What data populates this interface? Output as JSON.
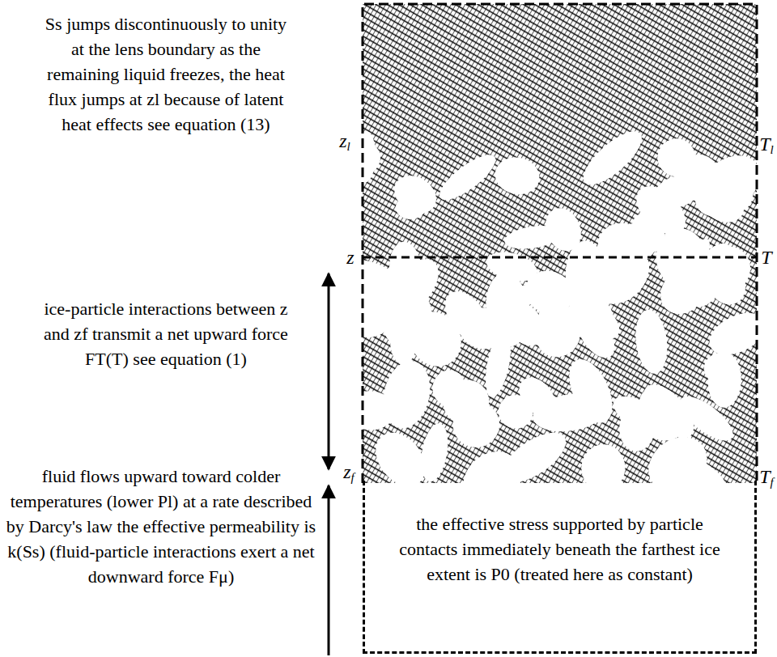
{
  "diagram": {
    "nodes": [
      {
        "text": [
          "the effective stress supported by particle contacts immediately beneath the farthest ice extent is P0 (treated here as constant)"
        ]
      }
    ],
    "labels": [
      "Ss jumps discontinuously to unity at the lens boundary as the remaining liquid freezes, the heat flux jumps at zl because of latent heat effects see equation (13)",
      "zl",
      "Tl",
      "z",
      "T",
      "ice-particle interactions between z and zf transmit a net upward force FT(T) see equation (1)",
      "zf",
      "Tf",
      "fluid flows upward toward colder temperatures (lower Pl) at a rate described by Darcy's law the effective permeability is k(Ss) (fluid-particle interactions exert a net downward force Fμ)"
    ]
  }
}
